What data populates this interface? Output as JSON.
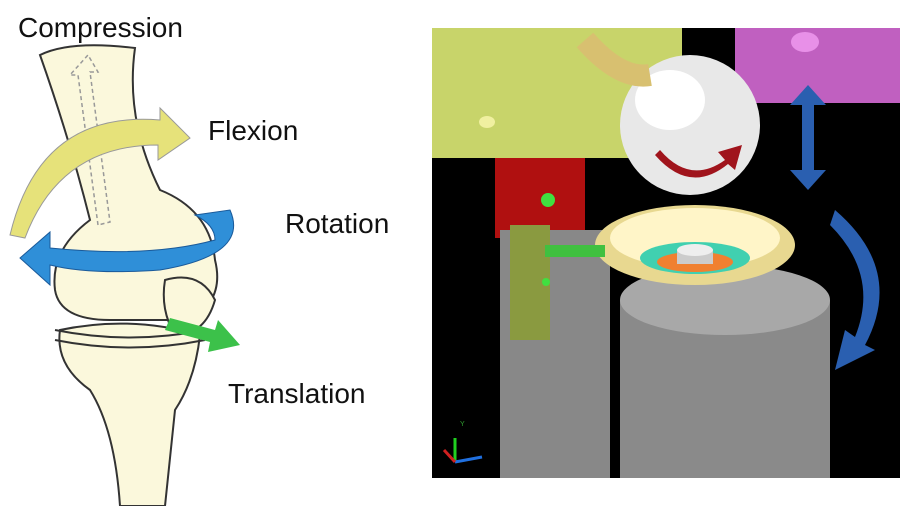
{
  "labels": {
    "compression": "Compression",
    "flexion": "Flexion",
    "rotation": "Rotation",
    "translation": "Translation"
  },
  "axis_triad": {
    "y_label": "Y"
  },
  "colors": {
    "bone": "#fbf8dc",
    "flexion_arrow": "#e6e27a",
    "rotation_arrow": "#2f8fd8",
    "translation_arrow": "#3cc14a",
    "render_bg": "#000000",
    "fixture_green": "#c8d46a",
    "fixture_magenta": "#c060c0",
    "cup": "#e8d890",
    "rig_gray": "#9a9a9a",
    "dark_red_arrow": "#a0141c",
    "blue_arrow": "#2a5fb0"
  }
}
